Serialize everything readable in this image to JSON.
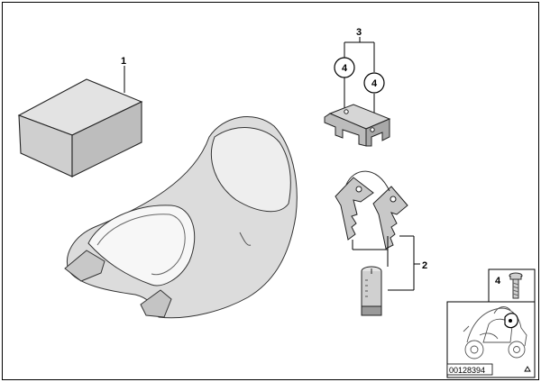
{
  "callouts": {
    "one": "1",
    "two": "2",
    "three": "3",
    "four_a": "4",
    "four_b": "4",
    "four_inset": "4"
  },
  "inset": {
    "part_number": "00128394",
    "scooter_icon": "scooter-icon",
    "warning_icon": "warning-triangle-icon"
  }
}
